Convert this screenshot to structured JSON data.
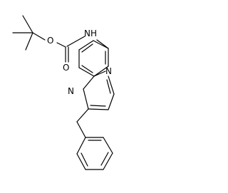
{
  "molecule": {
    "atoms": {
      "o_ester": "O",
      "o_carbonyl": "O",
      "nh": "NH",
      "n_bridge": "N",
      "n_ring": "N"
    }
  },
  "colors": {
    "stroke": "#000000",
    "background": "#ffffff"
  }
}
